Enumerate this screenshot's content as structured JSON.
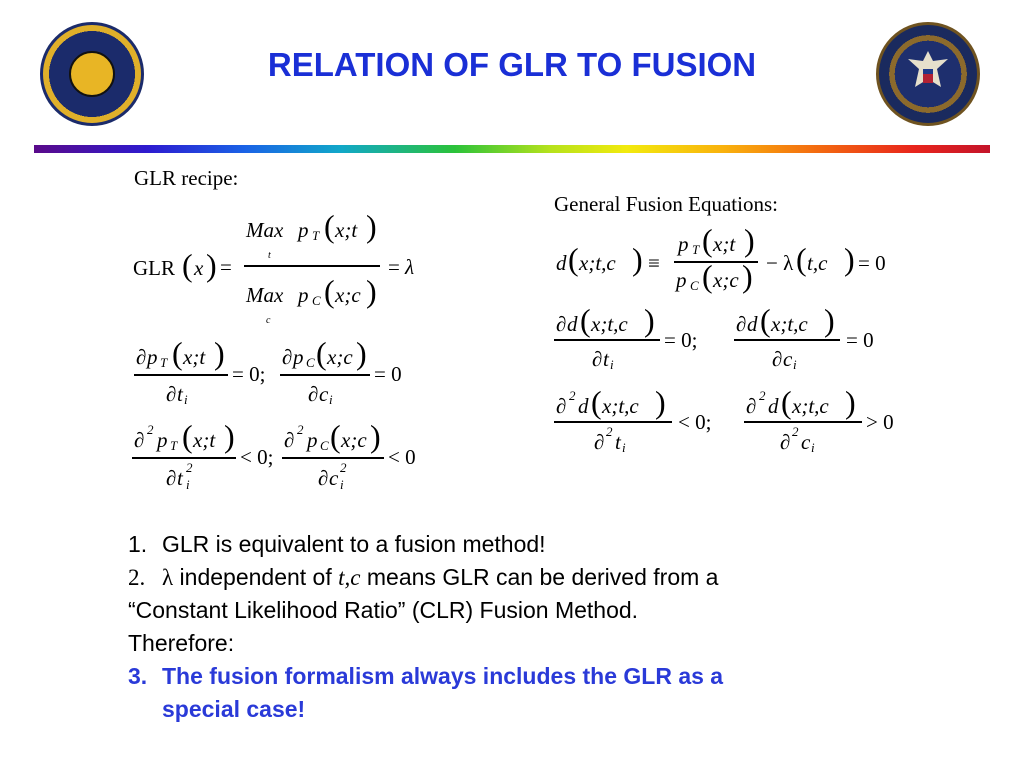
{
  "header": {
    "title": "RELATION OF GLR TO FUSION",
    "left_logo": "naval-research-laboratory-seal",
    "right_logo": "department-of-the-navy-seal"
  },
  "colors": {
    "title": "#1a2fd6",
    "emphasis": "#2a3ad8"
  },
  "left_panel": {
    "heading": "GLR recipe:",
    "glr_label": "GLR",
    "glr_arg": "x",
    "max_word": "Max",
    "max_t_sub": "t",
    "max_c_sub": "c",
    "p": "p",
    "sub_T": "T",
    "sub_C": "C",
    "args_t": "x;t",
    "args_c": "x;c",
    "equals": "=",
    "lambda": "λ",
    "partial": "∂",
    "zero_semicolon": "= 0;",
    "eq_zero": "= 0",
    "lt_zero_semicolon": "< 0;",
    "lt_zero": "< 0",
    "t_i": "t",
    "c_i": "c",
    "i": "i",
    "sq": "2"
  },
  "right_panel": {
    "heading": "General Fusion Equations:",
    "d": "d",
    "args_d": "x;t,c",
    "equiv": "≡",
    "minus_lambda": "− λ",
    "args_lambda": "t,c",
    "eq_zero": "= 0",
    "zero_semicolon": "= 0;",
    "lt_zero_semicolon": "< 0;",
    "gt_zero": "> 0"
  },
  "list": {
    "item1_num": "1.",
    "item1_text": "GLR is equivalent to a fusion method!",
    "item2_num": "2.",
    "item2_lambda": "λ",
    "item2_text_a": " independent of ",
    "item2_tc": "t,c",
    "item2_text_b": " means GLR can be derived from a",
    "item2_line2": "“Constant Likelihood Ratio” (CLR) Fusion Method.",
    "therefore": "Therefore:",
    "item3_num": "3.",
    "item3_line1": "The fusion formalism always includes the GLR as a",
    "item3_line2": "special case!"
  }
}
